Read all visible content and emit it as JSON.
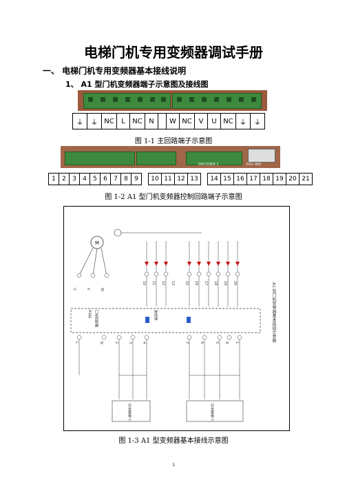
{
  "document": {
    "title": "电梯门机专用变频器调试手册",
    "section1": "一、  电梯门机专用变频器基本接线说明",
    "section1_1": "1、    A1 型门机变频器端子示意图及接线图",
    "fig1_caption": "图 1-1    主回路端子示意图",
    "fig2_caption": "图 1-2    A1 型门机变频器控制回路端子示意图",
    "fig3_caption": "图 1-3    A1 型变频器基本接线示意图",
    "page_number": "1"
  },
  "main_terminals": [
    "⏚",
    "⏚",
    "NC",
    "L",
    "NC",
    "N",
    "",
    "W",
    "NC",
    "V",
    "U",
    "NC",
    "⏚",
    "⏚"
  ],
  "control_terminals": {
    "group1": [
      "1",
      "2",
      "3",
      "4",
      "5",
      "6",
      "7",
      "8",
      "9"
    ],
    "group2": [
      "10",
      "11",
      "12",
      "13"
    ],
    "group3": [
      "14",
      "15",
      "16",
      "17",
      "18",
      "19",
      "20",
      "21"
    ]
  },
  "board_labels": {
    "encoder": "ENCODER 1",
    "rs": "RSC-485"
  },
  "diagram": {
    "motor": "M",
    "top_terminals": [
      "10",
      "11",
      "12",
      "13",
      "15",
      "16",
      "17",
      "18",
      "19",
      "20"
    ],
    "mid_left": [
      "U",
      "V",
      "W"
    ],
    "mid_labels": [
      "A1型",
      "门机控制器",
      "接线端"
    ],
    "bottom_left": [
      "L",
      "N",
      "2",
      "3",
      "4"
    ],
    "bottom_right": [
      "7",
      "6",
      "5",
      "8",
      "1"
    ],
    "bottom_blocks": [
      "开关量输入",
      "开关量输入"
    ],
    "right_note": "A1 型门机变频器基本接线示意图"
  }
}
